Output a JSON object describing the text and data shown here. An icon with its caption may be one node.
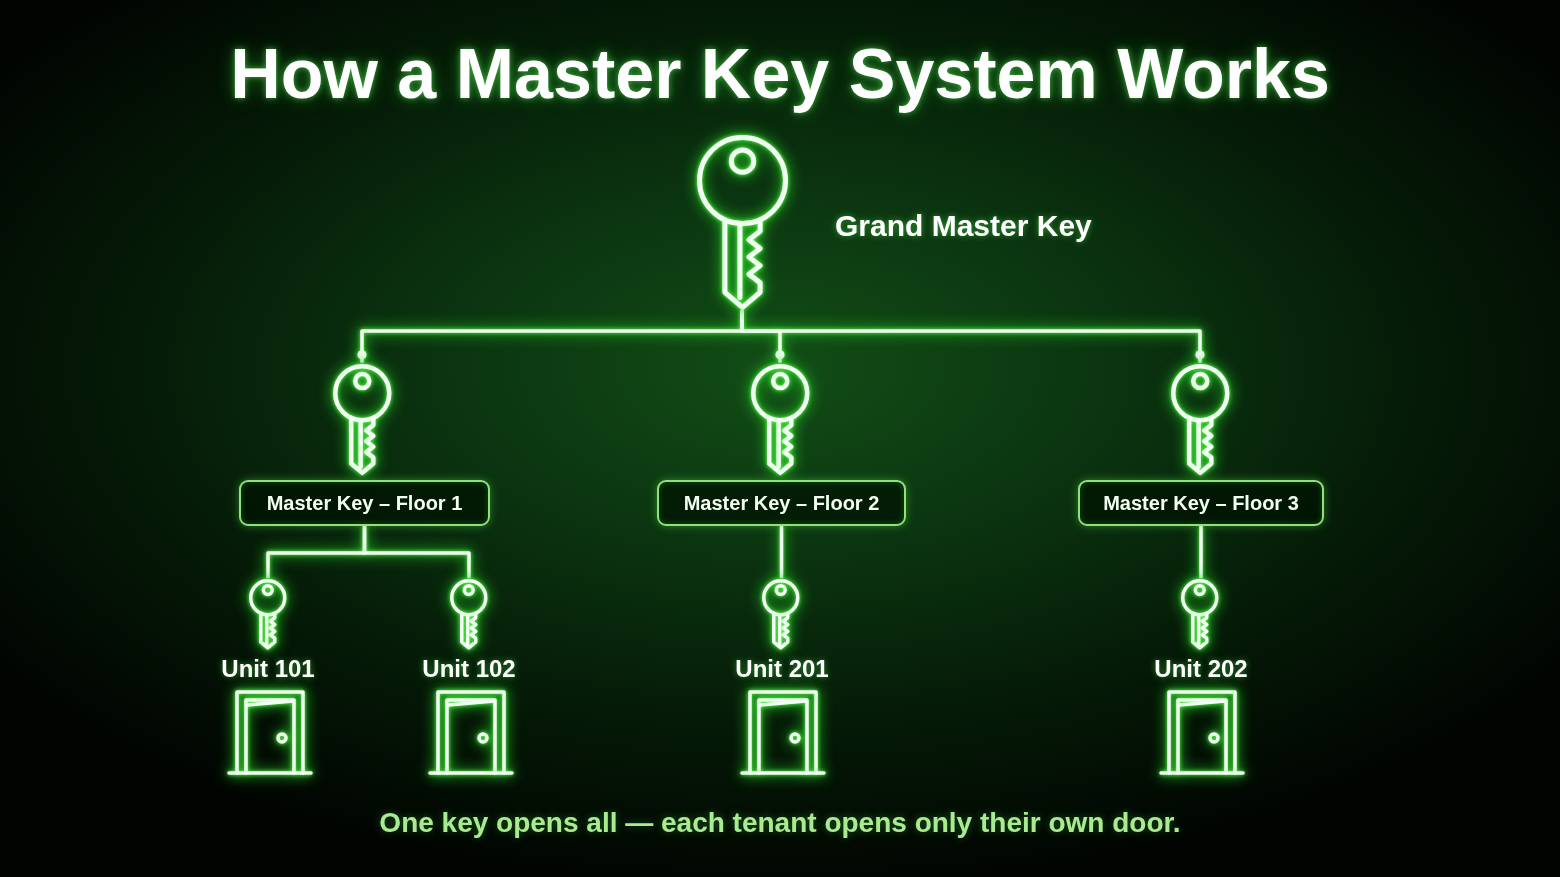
{
  "diagram": {
    "title": "How a Master Key System Works",
    "nodes": [
      {
        "text": [],
        "shape": "picture",
        "beside": [
          "Grand Master Key"
        ]
      },
      {
        "text": [],
        "shape": "picture"
      },
      {
        "text": [
          "Master Key – Floor 1"
        ]
      },
      {
        "text": [],
        "shape": "picture"
      },
      {
        "text": [
          "Master Key – Floor 2"
        ]
      },
      {
        "text": [],
        "shape": "picture"
      },
      {
        "text": [
          "Master Key – Floor 3"
        ]
      },
      {
        "text": [],
        "shape": "picture",
        "beside": [
          "Unit 101"
        ]
      },
      {
        "text": [],
        "shape": "picture",
        "beside": [
          "Unit 102"
        ]
      },
      {
        "text": [],
        "shape": "picture",
        "beside": [
          "Unit 201"
        ]
      },
      {
        "text": [],
        "shape": "picture",
        "beside": [
          "Unit 202"
        ]
      }
    ],
    "edges": [
      {
        "from": 0,
        "to": 1,
        "arrow": "other"
      },
      {
        "from": 0,
        "to": 3,
        "arrow": "other"
      },
      {
        "from": 0,
        "to": 5,
        "arrow": "other"
      },
      {
        "from": 2,
        "to": 7,
        "arrow": "none"
      },
      {
        "from": 2,
        "to": 8,
        "arrow": "none"
      },
      {
        "from": 4,
        "to": 9,
        "arrow": "none"
      },
      {
        "from": 6,
        "to": 10,
        "arrow": "none"
      }
    ],
    "caption": "One key opens all — each tenant opens only their own door."
  }
}
